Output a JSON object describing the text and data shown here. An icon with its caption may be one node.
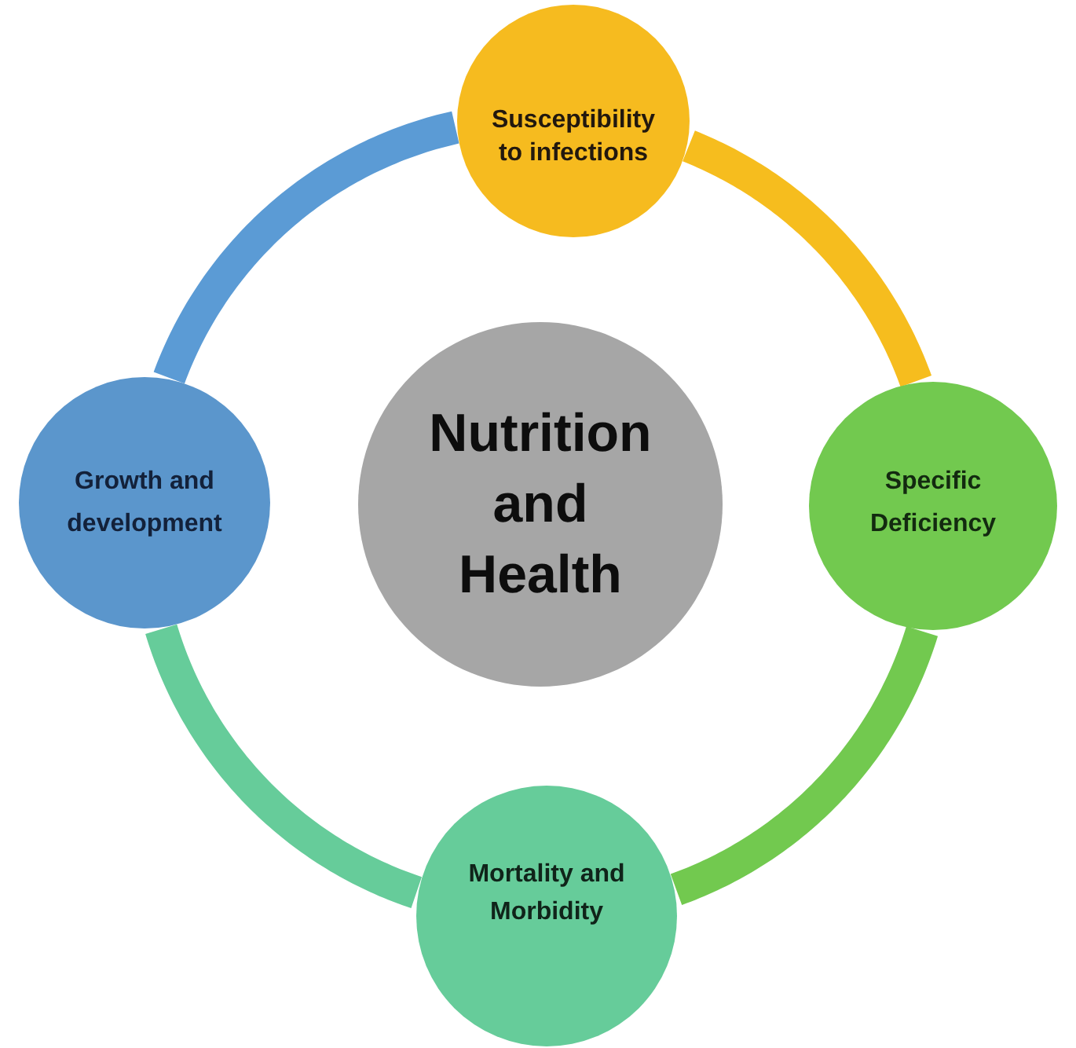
{
  "diagram": {
    "nodes": [
      {
        "text": [
          "Susceptibility to infections"
        ]
      },
      {
        "text": [
          "Growth and development"
        ]
      },
      {
        "text": [
          "Nutrition and Health"
        ]
      },
      {
        "text": [
          "Specific Deficiency"
        ]
      },
      {
        "text": [
          "Mortality and Morbidity"
        ]
      }
    ],
    "edges": [
      {
        "from": 1,
        "to": 0,
        "arrow": "none",
        "color": "#5b9bd5"
      },
      {
        "from": 0,
        "to": 3,
        "arrow": "none",
        "color": "#f6bd1e"
      },
      {
        "from": 3,
        "to": 4,
        "arrow": "none",
        "color": "#72c94f"
      },
      {
        "from": 4,
        "to": 1,
        "arrow": "none",
        "color": "#66cc9a"
      }
    ]
  }
}
